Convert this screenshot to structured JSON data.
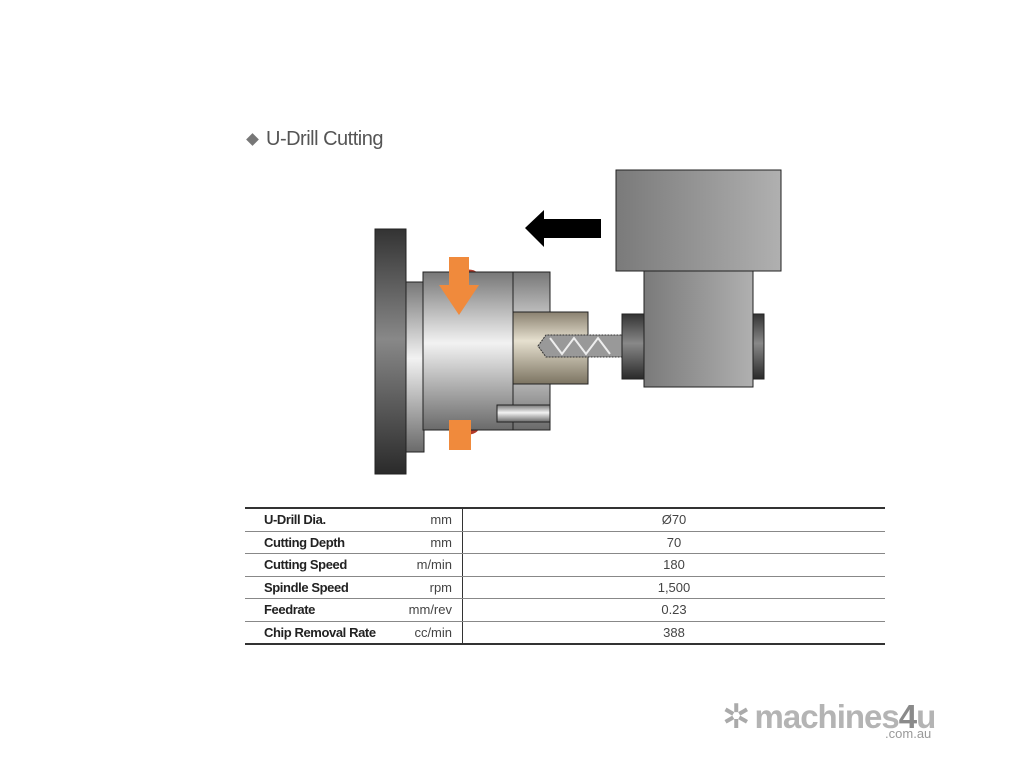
{
  "title": "U-Drill Cutting",
  "table": {
    "rows": [
      {
        "name": "U-Drill Dia.",
        "unit": "mm",
        "value": "Ø70"
      },
      {
        "name": "Cutting Depth",
        "unit": "mm",
        "value": "70"
      },
      {
        "name": "Cutting Speed",
        "unit": "m/min",
        "value": "180"
      },
      {
        "name": "Spindle Speed",
        "unit": "rpm",
        "value": "1,500"
      },
      {
        "name": "Feedrate",
        "unit": "mm/rev",
        "value": "0.23"
      },
      {
        "name": "Chip Removal Rate",
        "unit": "cc/min",
        "value": "388"
      }
    ]
  },
  "logo": {
    "name": "machines",
    "four": "4",
    "u": "u",
    "domain": ".com.au"
  },
  "colors": {
    "accent": "#f08a3c",
    "metal": "#9a9a9a"
  }
}
